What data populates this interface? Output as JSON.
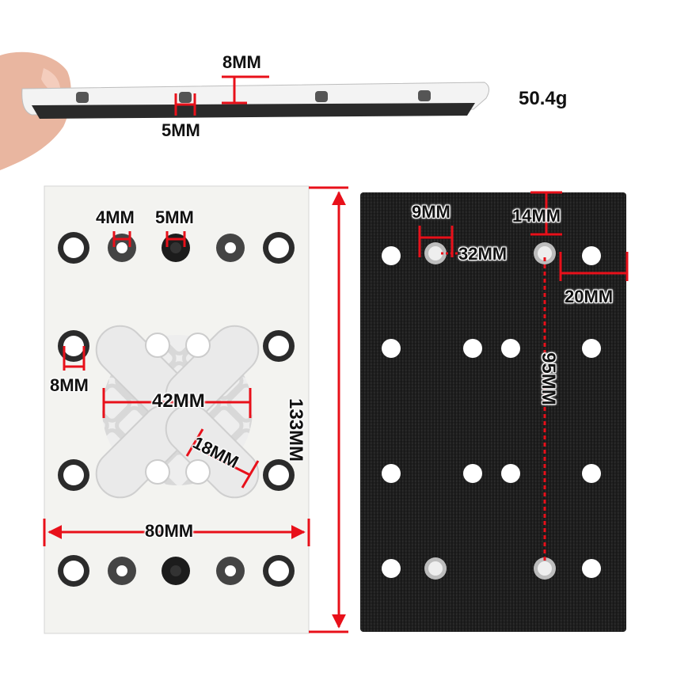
{
  "product": {
    "weight": "50.4g",
    "side_view": {
      "thickness": "8MM",
      "hole_depth": "5MM"
    },
    "front_view": {
      "small_hole": "4MM",
      "screw_hole": "5MM",
      "side_hole": "8MM",
      "center_span": "42MM",
      "slot_width": "18MM",
      "width": "80MM",
      "height": "133MM"
    },
    "back_view": {
      "hole_diameter": "9MM",
      "hole_offset": "32MM",
      "edge_offset_top": "14MM",
      "edge_offset_side": "20MM",
      "vertical_span": "95MM"
    }
  },
  "colors": {
    "dimension": "#e8101a",
    "pad_face": "#f3f3f0",
    "hook_loop": "#1b1b1b"
  }
}
